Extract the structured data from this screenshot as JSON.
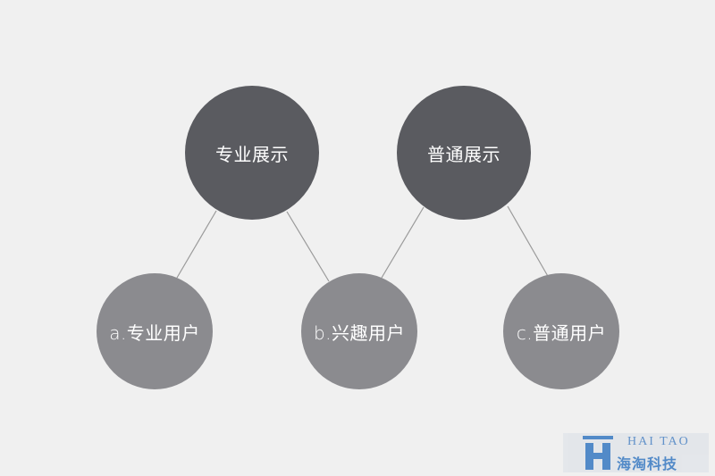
{
  "diagram": {
    "top_nodes": [
      {
        "id": "pro-display",
        "label": "专业展示"
      },
      {
        "id": "general-display",
        "label": "普通展示"
      }
    ],
    "bottom_nodes": [
      {
        "id": "pro-user",
        "label": "a.专业用户"
      },
      {
        "id": "interest-user",
        "label": "b.兴趣用户"
      },
      {
        "id": "general-user",
        "label": "c.普通用户"
      }
    ],
    "edges": [
      [
        "pro-display",
        "pro-user"
      ],
      [
        "pro-display",
        "interest-user"
      ],
      [
        "general-display",
        "interest-user"
      ],
      [
        "general-display",
        "general-user"
      ]
    ],
    "colors": {
      "background": "#f0f0f0",
      "top_node": "#5a5b60",
      "bottom_node": "#8b8b8f",
      "connector": "#9a9a9a",
      "node_text": "#ffffff"
    }
  },
  "logo": {
    "text_en": "HAI TAO",
    "text_cn": "海淘科技",
    "accent_color": "#4a85c6"
  }
}
